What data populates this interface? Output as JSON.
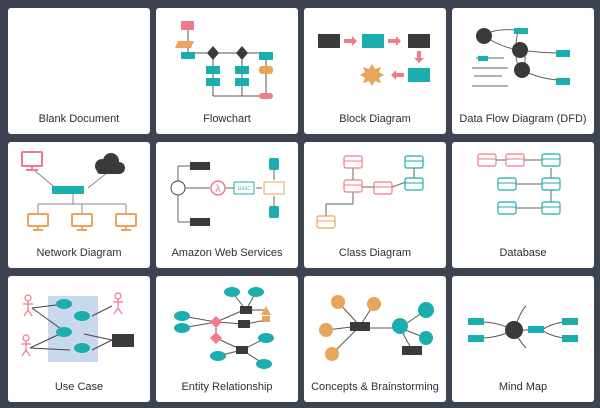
{
  "colors": {
    "background": "#3d4350",
    "card": "#ffffff",
    "teal": "#1aaeae",
    "dark": "#3a3a3a",
    "pink": "#f07b8a",
    "orange": "#e8a55c",
    "lavender": "#c9d8ec"
  },
  "templates": [
    {
      "label": "Blank Document",
      "icon": "blank-icon"
    },
    {
      "label": "Flowchart",
      "icon": "flowchart-icon"
    },
    {
      "label": "Block Diagram",
      "icon": "block-diagram-icon"
    },
    {
      "label": "Data Flow Diagram (DFD)",
      "icon": "dfd-icon"
    },
    {
      "label": "Network Diagram",
      "icon": "network-icon"
    },
    {
      "label": "Amazon Web Services",
      "icon": "aws-icon"
    },
    {
      "label": "Class Diagram",
      "icon": "class-diagram-icon"
    },
    {
      "label": "Database",
      "icon": "database-icon"
    },
    {
      "label": "Use Case",
      "icon": "use-case-icon"
    },
    {
      "label": "Entity Relationship",
      "icon": "entity-relationship-icon"
    },
    {
      "label": "Concepts & Brainstorming",
      "icon": "brainstorm-icon"
    },
    {
      "label": "Mind Map",
      "icon": "mind-map-icon"
    }
  ],
  "aws_thumb": {
    "lambda_label": "λ",
    "box_label": "LOGIC"
  }
}
